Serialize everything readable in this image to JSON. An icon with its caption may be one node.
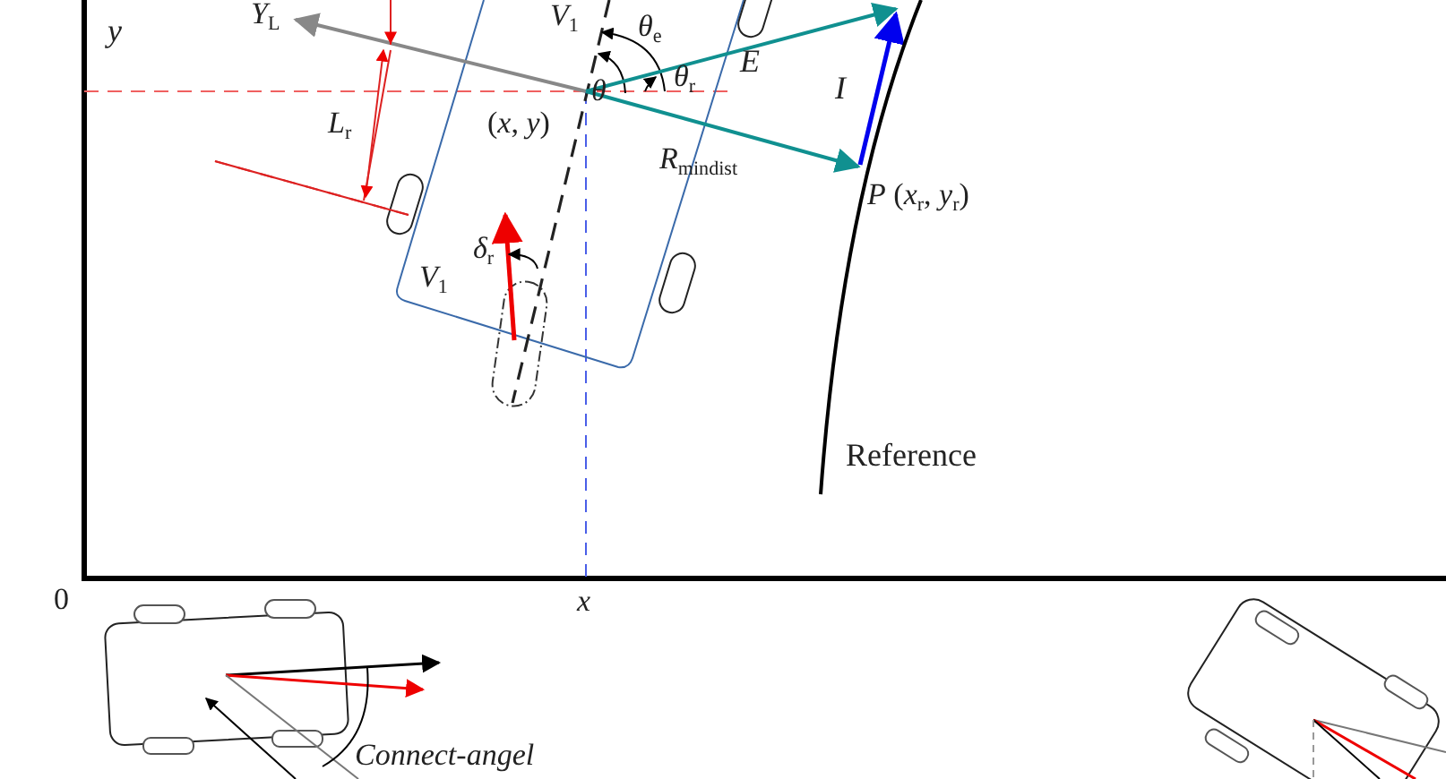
{
  "diagram": {
    "labels": [
      "y",
      "*Y*$_{L}$",
      "*V*$_{1}$",
      "*θ*$_{e}$",
      "E",
      "θ",
      "*θ*$_{r}$",
      "I",
      "*L*$_{r}$",
      "(*x*, *y*)",
      "*R*$_{mindist}$",
      "*P* (*x*$_{r}$, *y*$_{r}$)",
      "*δ*$_{r}$",
      "*V*$_{1}$",
      "Reference",
      "0",
      "x",
      "Connect-angel"
    ]
  }
}
